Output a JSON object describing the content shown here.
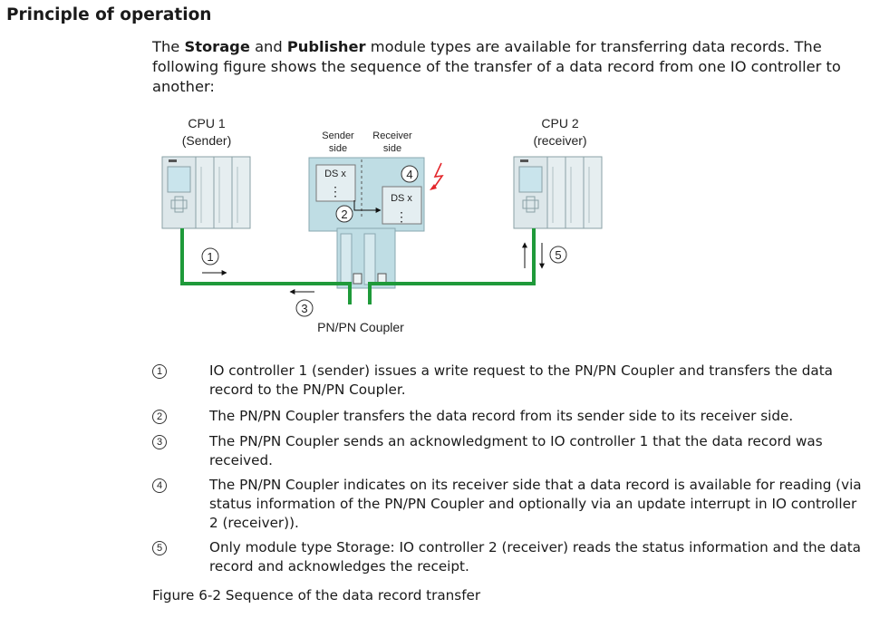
{
  "page": {
    "heading": "Principle of operation",
    "intro": {
      "pre": "The ",
      "bold1": "Storage",
      "mid": " and ",
      "bold2": "Publisher",
      "post": " module types are available for transferring data records. The following figure shows the sequence of the transfer of a data record from one IO controller to another:"
    }
  },
  "figure": {
    "cpu1": {
      "name": "CPU 1",
      "role": "(Sender)"
    },
    "cpu2": {
      "name": "CPU 2",
      "role": "(receiver)"
    },
    "coupler": {
      "label": "PN/PN Coupler",
      "sender_side": [
        "Sender",
        "side"
      ],
      "receiver_side": [
        "Receiver",
        "side"
      ],
      "sender_record": "DS x",
      "receiver_record": "DS x",
      "dots": "⋮"
    },
    "steps": [
      "1",
      "2",
      "3",
      "4",
      "5"
    ],
    "colors": {
      "network": "#1f9a3a",
      "coupler_fill": "#bfdde4",
      "coupler_stroke": "#8aa8b0",
      "cpu_fill": "#dde7ea",
      "interrupt": "#e3262b"
    }
  },
  "legend": [
    {
      "num": "1",
      "text": "IO controller 1 (sender) issues a write request to the PN/PN Coupler and transfers the data record to the PN/PN Coupler."
    },
    {
      "num": "2",
      "text": "The PN/PN Coupler transfers the data record from its sender side to its receiver side."
    },
    {
      "num": "3",
      "text": "The PN/PN Coupler sends an acknowledgment to IO controller 1 that the data record was received."
    },
    {
      "num": "4",
      "text": "The PN/PN Coupler indicates on its receiver side that a data record is available for reading (via status information of the PN/PN Coupler and optionally via an update interrupt in IO controller 2 (receiver))."
    },
    {
      "num": "5",
      "text": "Only module type Storage: IO controller 2 (receiver) reads the status information and the data record and acknowledges the receipt."
    }
  ],
  "caption": "Figure 6-2 Sequence of the data record transfer"
}
